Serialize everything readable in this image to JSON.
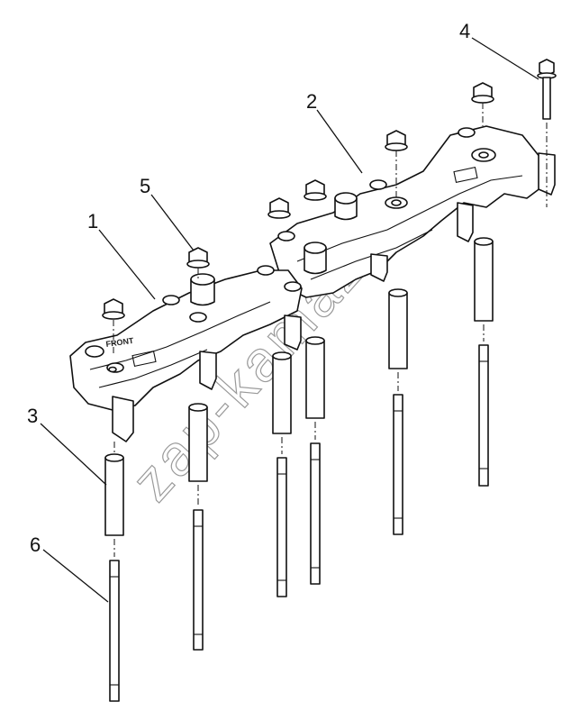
{
  "diagram": {
    "callouts": [
      {
        "id": "1",
        "label": "1"
      },
      {
        "id": "2",
        "label": "2"
      },
      {
        "id": "3",
        "label": "3"
      },
      {
        "id": "4",
        "label": "4"
      },
      {
        "id": "5",
        "label": "5"
      },
      {
        "id": "6",
        "label": "6"
      }
    ],
    "stamp_text": "FRONT",
    "watermark": "zap-kamaz.ru"
  }
}
